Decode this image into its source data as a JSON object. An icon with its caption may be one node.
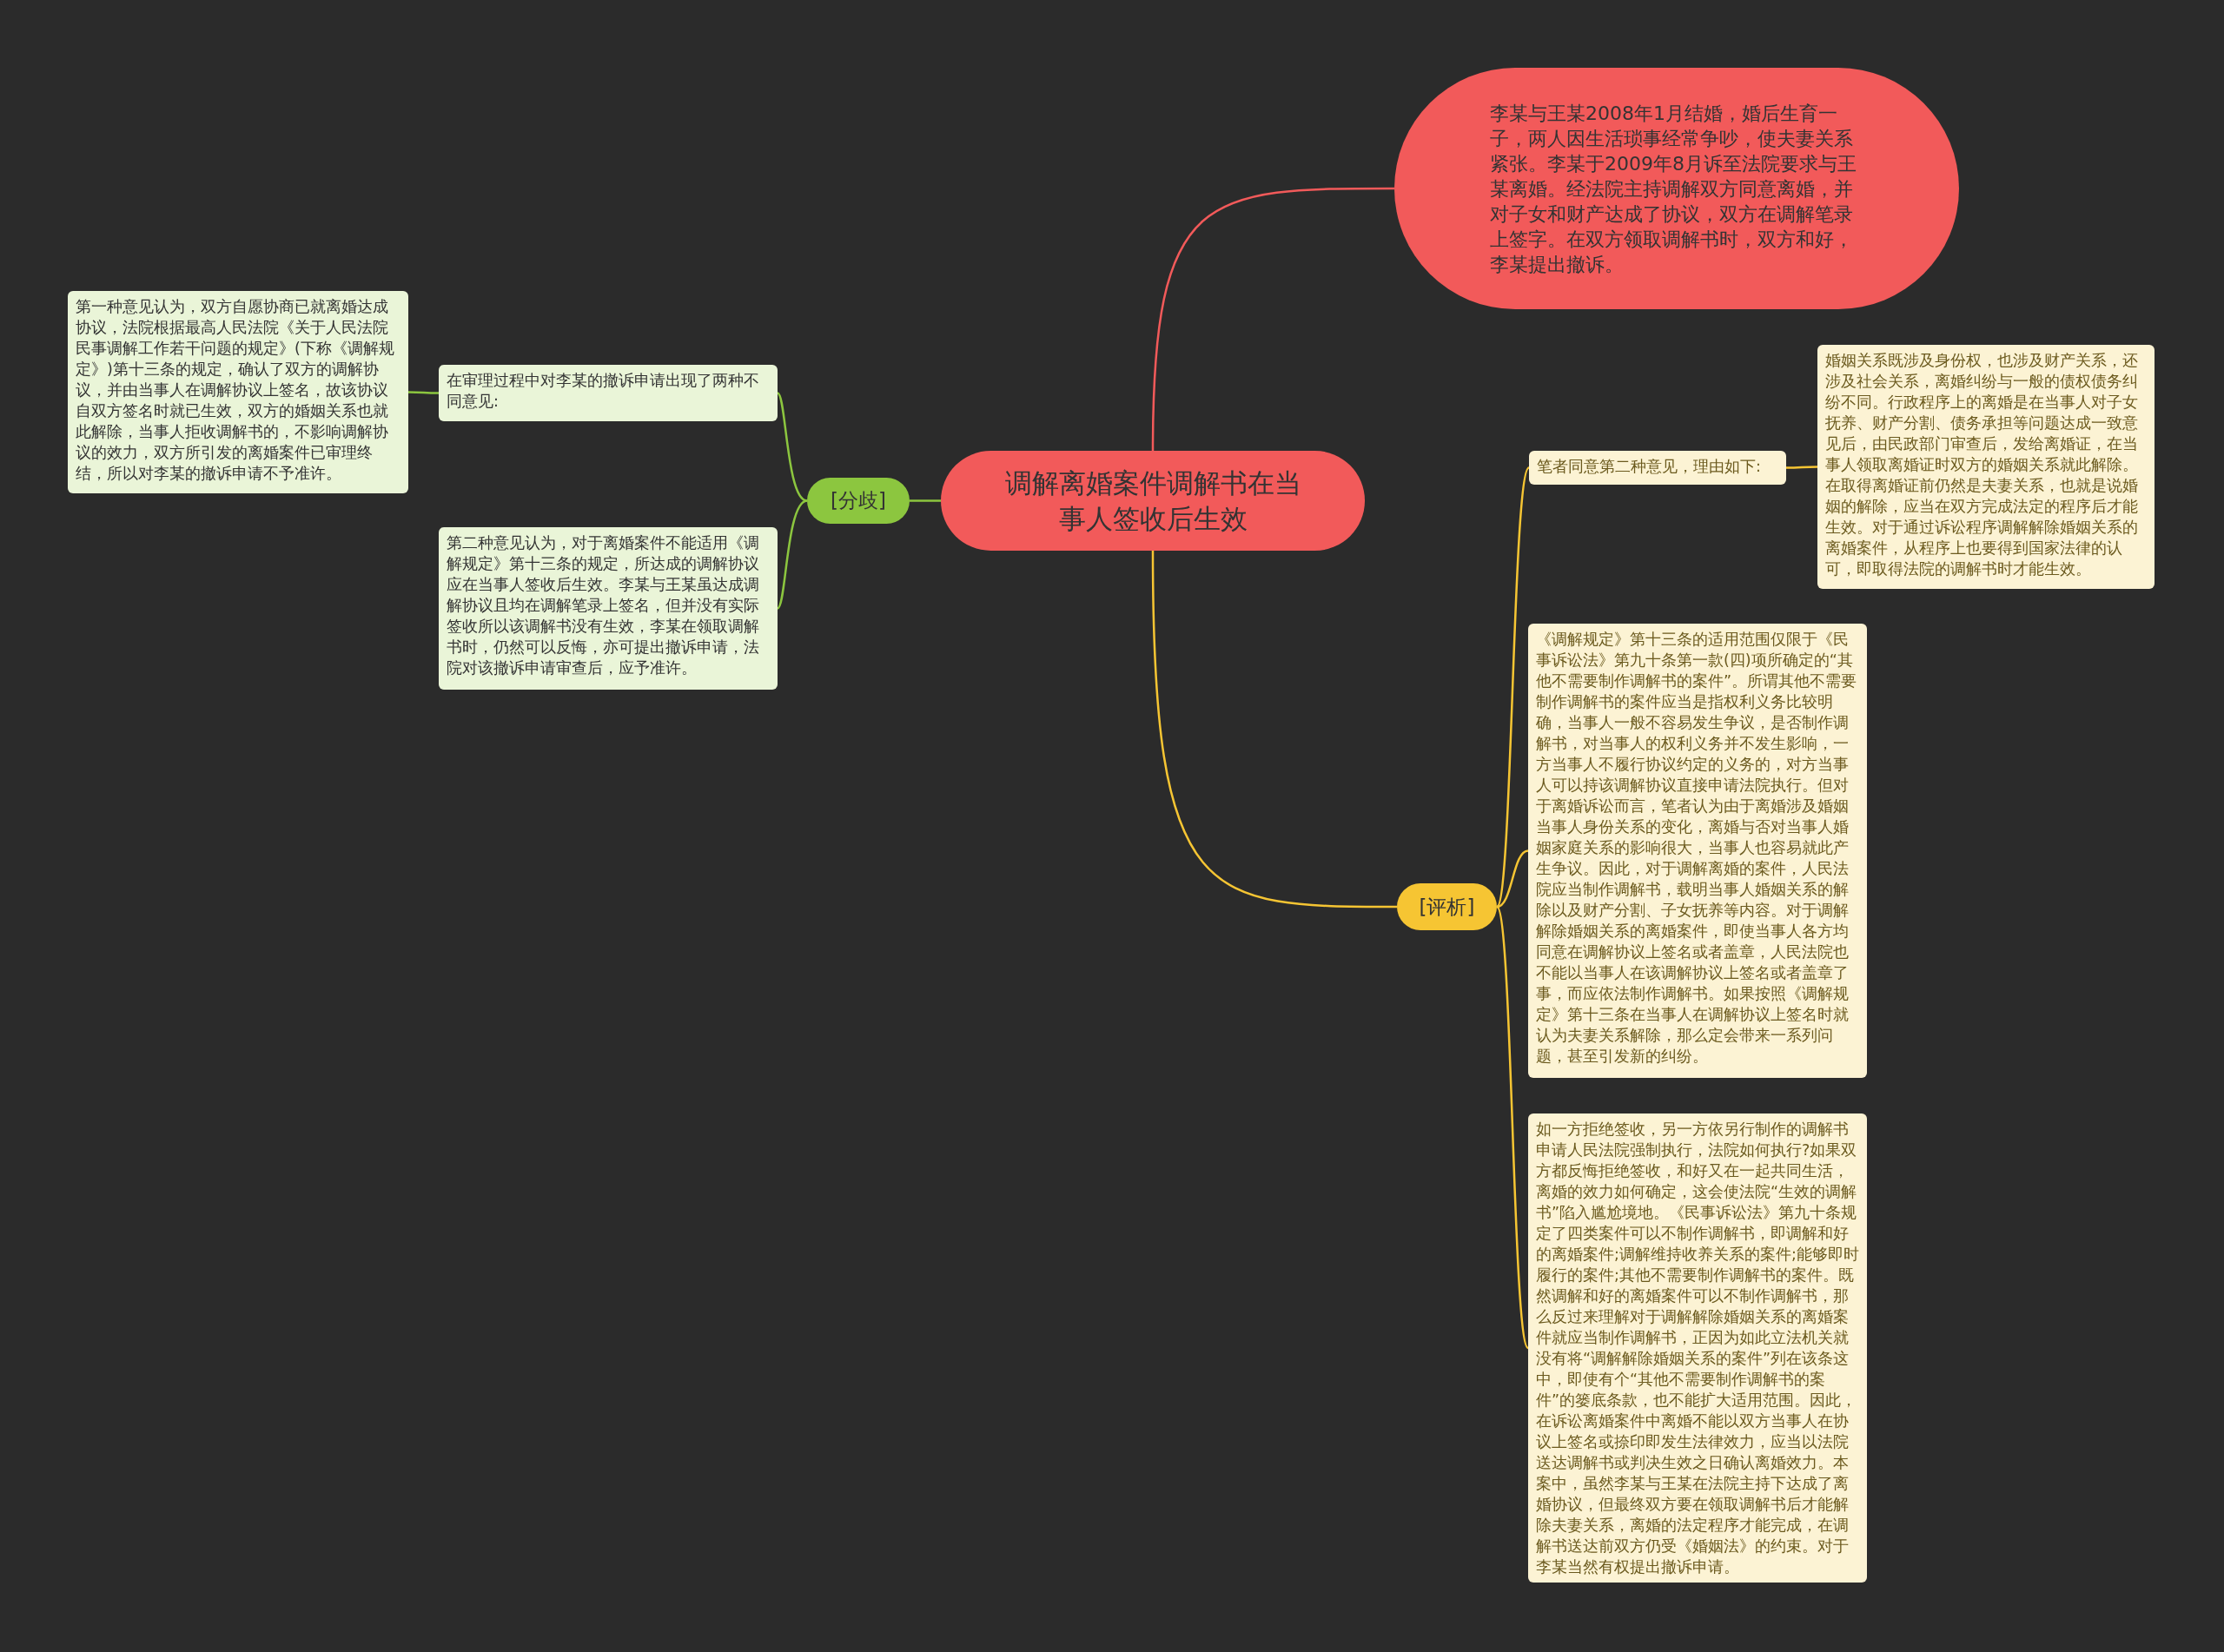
{
  "diagram": {
    "nodes": [
      {
        "text": [
          "调解离婚案件调解书在当事人签收后生效"
        ]
      },
      {
        "text": [
          "李某与王某2008年1月结婚，婚后生育一子，两人因生活琐事经常争吵，使夫妻关系紧张。李某于2009年8月诉至法院要求与王某离婚。经法院主持调解双方同意离婚，并对子女和财产达成了协议，双方在调解笔录上签字。在双方领取调解书时，双方和好，李某提出撤诉。"
        ]
      },
      {
        "text": [
          "[分歧]"
        ]
      },
      {
        "text": [
          "在审理过程中对李某的撤诉申请出现了两种不同意见:"
        ]
      },
      {
        "text": [
          "第一种意见认为，双方自愿协商已就离婚达成协议，法院根据最高人民法院《关于人民法院民事调解工作若干问题的规定》(下称《调解规定》)第十三条的规定，确认了双方的调解协议，并由当事人在调解协议上签名，故该协议自双方签名时就已生效，双方的婚姻关系也就此解除，当事人拒收调解书的，不影响调解协议的效力，双方所引发的离婚案件已审理终结，所以对李某的撤诉申请不予准许。"
        ]
      },
      {
        "text": [
          "第二种意见认为，对于离婚案件不能适用《调解规定》第十三条的规定，所达成的调解协议应在当事人签收后生效。李某与王某虽达成调解协议且均在调解笔录上签名，但并没有实际签收所以该调解书没有生效，李某在领取调解书时，仍然可以反悔，亦可提出撤诉申请，法院对该撤诉申请审查后，应予准许。"
        ]
      },
      {
        "text": [
          "[评析]"
        ]
      },
      {
        "text": [
          "笔者同意第二种意见，理由如下:"
        ]
      },
      {
        "text": [
          "婚姻关系既涉及身份权，也涉及财产关系，还涉及社会关系，离婚纠纷与一般的债权债务纠纷不同。行政程序上的离婚是在当事人对子女抚养、财产分割、债务承担等问题达成一致意见后，由民政部门审查后，发给离婚证，在当事人领取离婚证时双方的婚姻关系就此解除。在取得离婚证前仍然是夫妻关系，也就是说婚姻的解除，应当在双方完成法定的程序后才能生效。对于通过诉讼程序调解解除婚姻关系的离婚案件，从程序上也要得到国家法律的认可，即取得法院的调解书时才能生效。"
        ]
      },
      {
        "text": [
          "《调解规定》第十三条的适用范围仅限于《民事诉讼法》第九十条第一款(四)项所确定的“其他不需要制作调解书的案件”。所谓其他不需要制作调解书的案件应当是指权利义务比较明确，当事人一般不容易发生争议，是否制作调解书，对当事人的权利义务并不发生影响，一方当事人不履行协议约定的义务的，对方当事人可以持该调解协议直接申请法院执行。但对于离婚诉讼而言，笔者认为由于离婚涉及婚姻当事人身份关系的变化，离婚与否对当事人婚姻家庭关系的影响很大，当事人也容易就此产生争议。因此，对于调解离婚的案件，人民法院应当制作调解书，载明当事人婚姻关系的解除以及财产分割、子女抚养等内容。对于调解解除婚姻关系的离婚案件，即使当事人各方均同意在调解协议上签名或者盖章，人民法院也不能以当事人在该调解协议上签名或者盖章了事，而应依法制作调解书。如果按照《调解规定》第十三条在当事人在调解协议上签名时就认为夫妻关系解除，那么定会带来一系列问题，甚至引发新的纠纷。"
        ]
      },
      {
        "text": [
          "如一方拒绝签收，另一方依另行制作的调解书申请人民法院强制执行，法院如何执行?如果双方都反悔拒绝签收，和好又在一起共同生活，离婚的效力如何确定，这会使法院“生效的调解书”陷入尴尬境地。《民事诉讼法》第九十条规定了四类案件可以不制作调解书，即调解和好的离婚案件;调解维持收养关系的案件;能够即时履行的案件;其他不需要制作调解书的案件。既然调解和好的离婚案件可以不制作调解书，那么反过来理解对于调解解除婚姻关系的离婚案件就应当制作调解书，正因为如此立法机关就没有将“调解解除婚姻关系的案件”列在该条这中，即使有个“其他不需要制作调解书的案件”的篓底条款，也不能扩大适用范围。因此，在诉讼离婚案件中离婚不能以双方当事人在协议上签名或捺印即发生法律效力，应当以法院送达调解书或判决生效之日确认离婚效力。本案中，虽然李某与王某在法院主持下达成了离婚协议，但最终双方要在领取调解书后才能解除夫妻关系，离婚的法定程序才能完成，在调解书送达前双方仍受《婚姻法》的约束。对于李某当然有权提出撤诉申请。"
        ]
      }
    ],
    "edges": [
      {
        "from": 0,
        "to": 1,
        "arrow": "none",
        "color": "#f25a5a"
      },
      {
        "from": 0,
        "to": 2,
        "arrow": "none",
        "color": "#8cc63f"
      },
      {
        "from": 2,
        "to": 3,
        "arrow": "none",
        "color": "#8cc63f"
      },
      {
        "from": 3,
        "to": 4,
        "arrow": "none",
        "color": "#8cc63f"
      },
      {
        "from": 2,
        "to": 5,
        "arrow": "none",
        "color": "#8cc63f"
      },
      {
        "from": 0,
        "to": 6,
        "arrow": "none"
      },
      {
        "from": 6,
        "to": 7,
        "arrow": "none"
      },
      {
        "from": 7,
        "to": 8,
        "arrow": "none"
      },
      {
        "from": 6,
        "to": 9,
        "arrow": "none"
      },
      {
        "from": 6,
        "to": 10,
        "arrow": "none"
      }
    ]
  }
}
